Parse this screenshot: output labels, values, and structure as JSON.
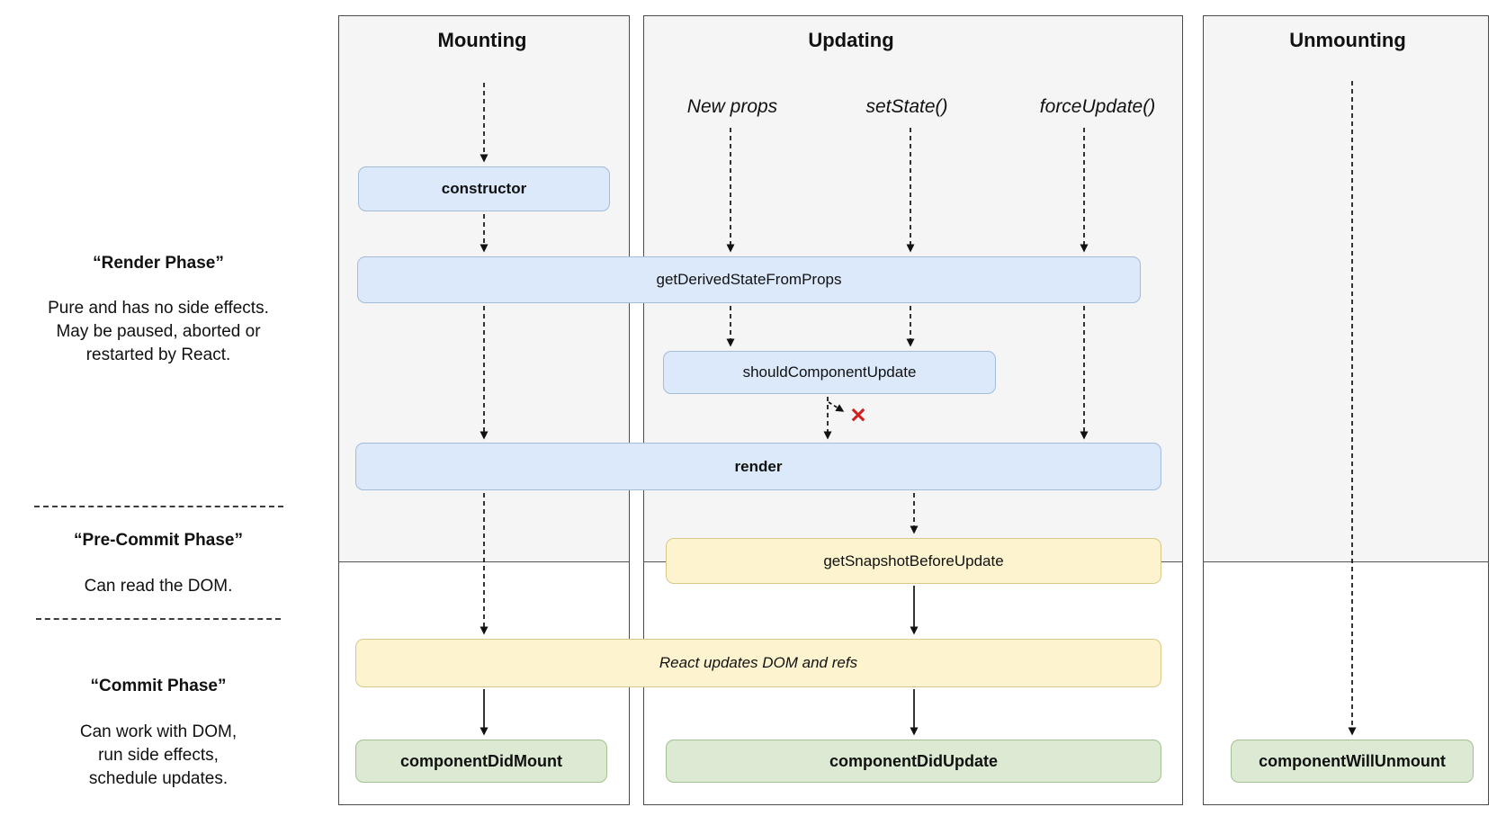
{
  "sidebar": {
    "render_phase": {
      "title": "“Render Phase”",
      "lines": [
        "Pure and has no side effects.",
        "May be paused, aborted or",
        "restarted by React."
      ]
    },
    "pre_commit_phase": {
      "title": "“Pre-Commit Phase”",
      "lines": [
        "Can read the DOM."
      ]
    },
    "commit_phase": {
      "title": "“Commit Phase”",
      "lines": [
        "Can work with DOM,",
        "run side effects,",
        "schedule updates."
      ]
    }
  },
  "columns": {
    "mounting": "Mounting",
    "updating": "Updating",
    "unmounting": "Unmounting"
  },
  "triggers": {
    "new_props": "New props",
    "set_state": "setState()",
    "force_update": "forceUpdate()"
  },
  "nodes": {
    "constructor": "constructor",
    "get_derived_state_from_props": "getDerivedStateFromProps",
    "should_component_update": "shouldComponentUpdate",
    "render": "render",
    "get_snapshot_before_update": "getSnapshotBeforeUpdate",
    "react_updates_dom": "React updates DOM and refs",
    "component_did_mount": "componentDidMount",
    "component_did_update": "componentDidUpdate",
    "component_will_unmount": "componentWillUnmount"
  },
  "icons": {
    "cancel_x": "✕"
  },
  "colors": {
    "blue_fill": "#dbe9fb",
    "blue_border": "#a3bcd9",
    "yellow_fill": "#fdf4cf",
    "yellow_border": "#d8c88b",
    "green_fill": "#dcead3",
    "green_border": "#a2c18f",
    "panel_bg": "#f5f5f5",
    "panel_border": "#4a4a4a",
    "cancel_red": "#cf1f1f"
  }
}
